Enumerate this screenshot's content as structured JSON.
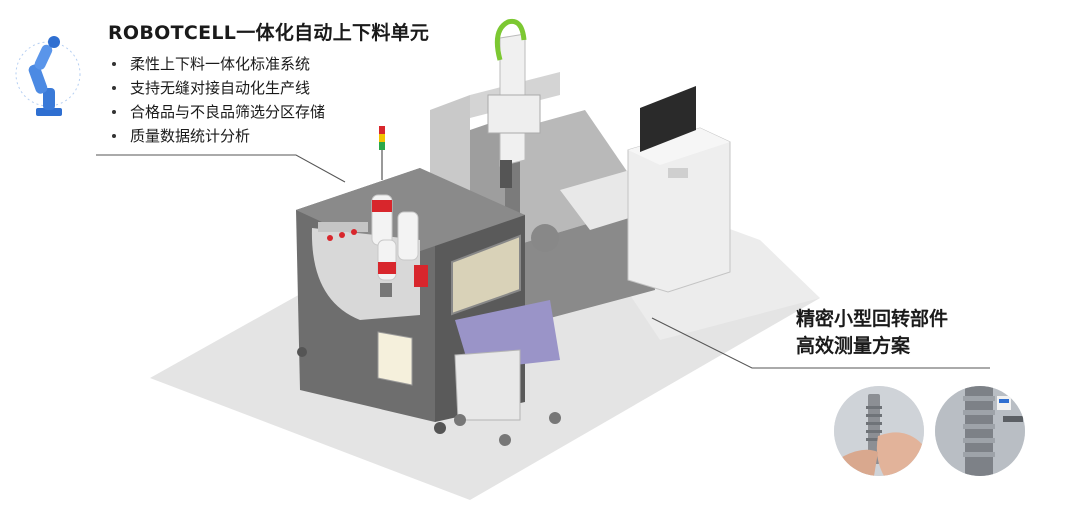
{
  "header": {
    "title": "ROBOTCELL一体化自动上下料单元"
  },
  "features": [
    "柔性上下料一体化标准系统",
    "支持无缝对接自动化生产线",
    "合格品与不良品筛选分区存储",
    "质量数据统计分析"
  ],
  "callout": {
    "line1": "精密小型回转部件",
    "line2": "高效测量方案"
  },
  "icons": [
    "robot-arm-icon"
  ],
  "colors": {
    "robot_accent": "#d8262c",
    "logo_blue": "#3a7ad8",
    "cable_green": "#7cc832",
    "frame_gray": "#6e6e6e"
  }
}
